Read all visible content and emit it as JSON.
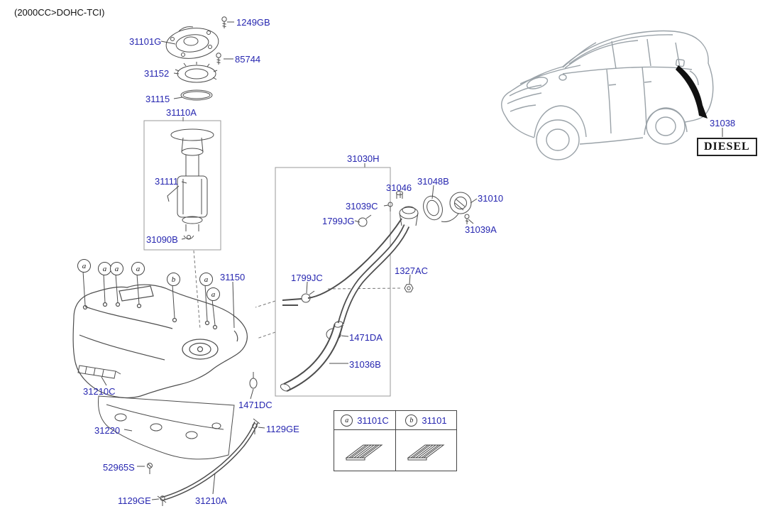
{
  "page": {
    "title": "(2000CC>DOHC-TCI)"
  },
  "colors": {
    "part_label_blue": "#2626b0",
    "diagram_line": "#4d4d4d",
    "box_line": "#999999",
    "car_sketch": "#9aa2a8",
    "arrow_black": "#111111"
  },
  "part_labels": [
    {
      "text": "1249GB"
    },
    {
      "text": "31101G"
    },
    {
      "text": "85744"
    },
    {
      "text": "31152"
    },
    {
      "text": "31115"
    },
    {
      "text": "31110A"
    },
    {
      "text": "31111"
    },
    {
      "text": "31090B"
    },
    {
      "text": "31030H"
    },
    {
      "text": "31046"
    },
    {
      "text": "31048B"
    },
    {
      "text": "31039C"
    },
    {
      "text": "1799JG"
    },
    {
      "text": "31010"
    },
    {
      "text": "31039A"
    },
    {
      "text": "31150"
    },
    {
      "text": "1799JC"
    },
    {
      "text": "1327AC"
    },
    {
      "text": "1471DA"
    },
    {
      "text": "31036B"
    },
    {
      "text": "31210C"
    },
    {
      "text": "1471DC"
    },
    {
      "text": "31220"
    },
    {
      "text": "1129GE"
    },
    {
      "text": "52965S"
    },
    {
      "text": "1129GE"
    },
    {
      "text": "31210A"
    },
    {
      "text": "31038"
    }
  ],
  "callouts": [
    {
      "letter": "a"
    },
    {
      "letter": "a"
    },
    {
      "letter": "a"
    },
    {
      "letter": "a"
    },
    {
      "letter": "b"
    },
    {
      "letter": "a"
    },
    {
      "letter": "a"
    }
  ],
  "diesel_badge": {
    "text": "DIESEL"
  },
  "legend": {
    "items": [
      {
        "letter": "a",
        "part": "31101C",
        "icon": "hatched-seal-icon"
      },
      {
        "letter": "b",
        "part": "31101",
        "icon": "hatched-seal-icon"
      }
    ]
  }
}
